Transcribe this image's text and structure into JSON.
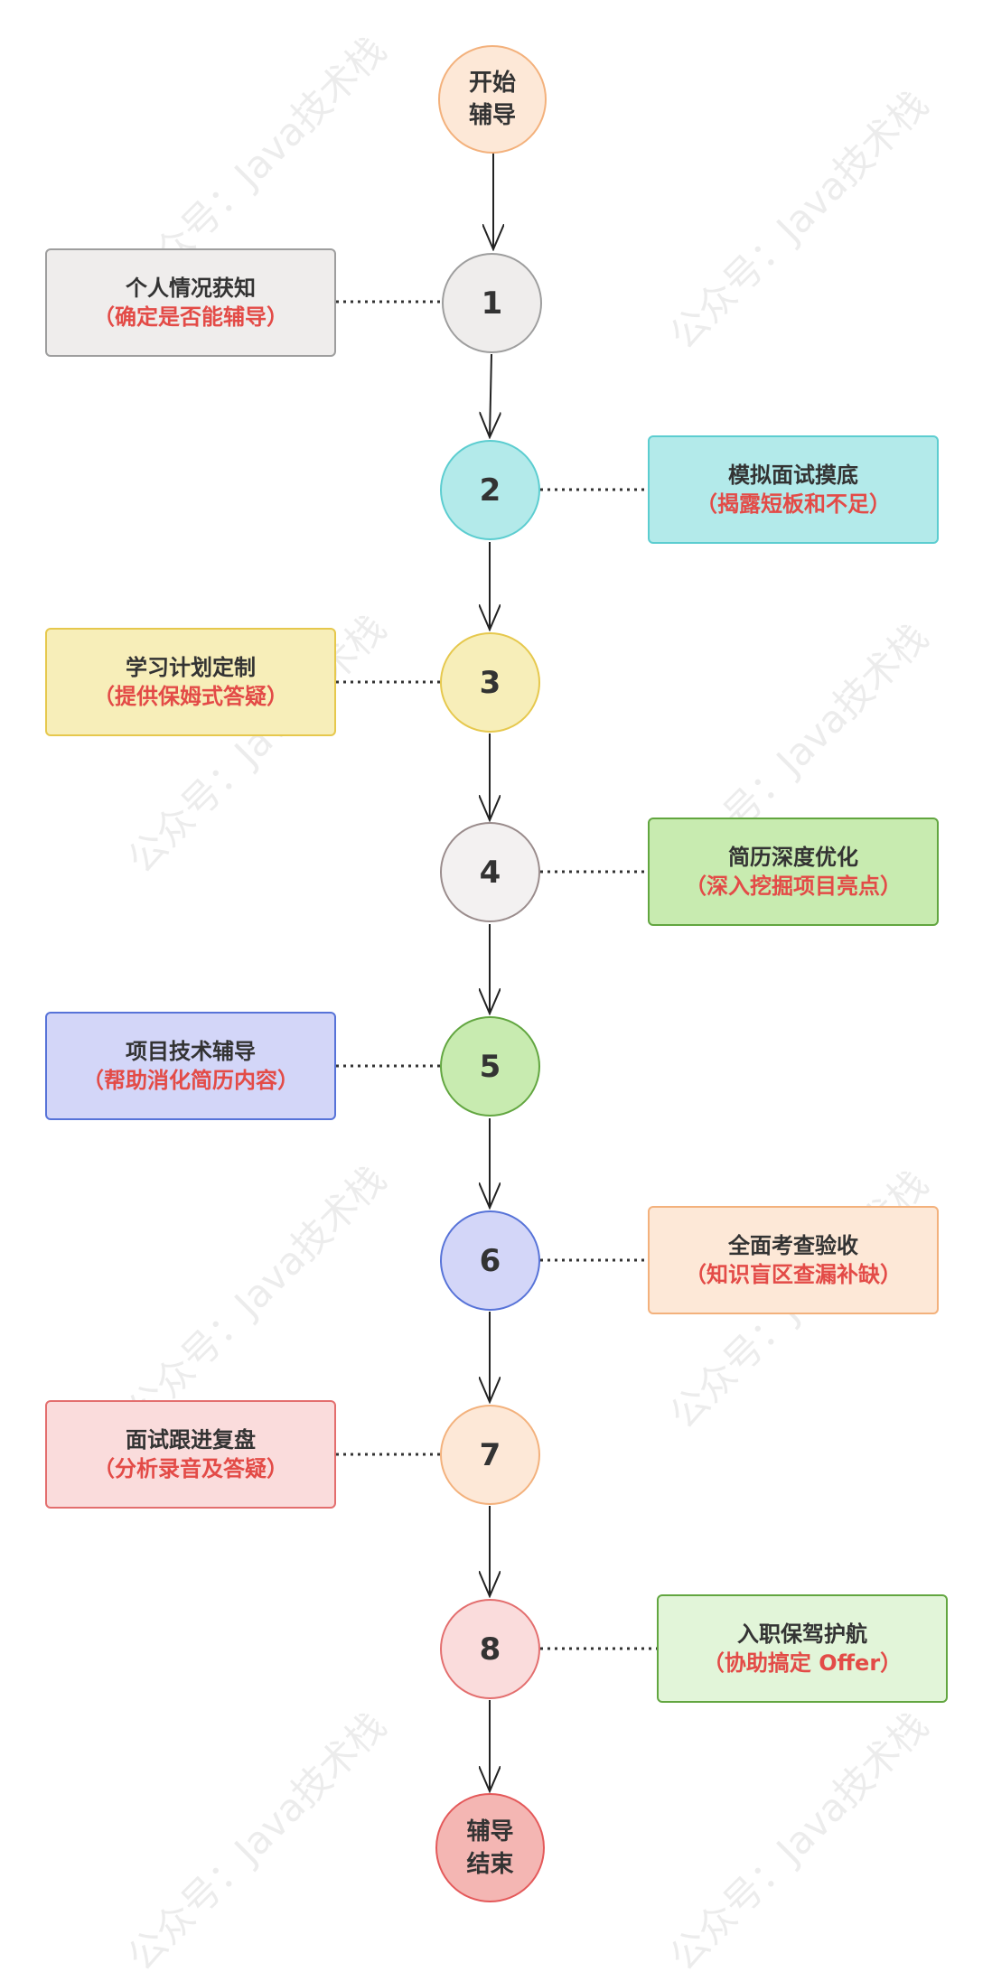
{
  "watermark": "公众号：Java技术栈",
  "start": {
    "label_line1": "开始",
    "label_line2": "辅导",
    "fill": "#fde8d7",
    "stroke": "#f3b17c"
  },
  "end": {
    "label_line1": "辅导",
    "label_line2": "结束",
    "fill": "#f4b6b3",
    "stroke": "#e4595a"
  },
  "steps": [
    {
      "number": "1",
      "title": "个人情况获知",
      "detail": "（确定是否能辅导）",
      "fill": "#efedec",
      "stroke": "#9e9e9e",
      "box_fill": "#efedec",
      "box_stroke": "#9e9e9e",
      "side": "left"
    },
    {
      "number": "2",
      "title": "模拟面试摸底",
      "detail": "（揭露短板和不足）",
      "fill": "#b3eaea",
      "stroke": "#5ccdd0",
      "box_fill": "#b3eaea",
      "box_stroke": "#5ccdd0",
      "side": "right"
    },
    {
      "number": "3",
      "title": "学习计划定制",
      "detail": "（提供保姆式答疑）",
      "fill": "#f7eeb9",
      "stroke": "#e6c84d",
      "box_fill": "#f7eeb9",
      "box_stroke": "#e6c84d",
      "side": "left"
    },
    {
      "number": "4",
      "title": "简历深度优化",
      "detail": "（深入挖掘项目亮点）",
      "fill": "#f3f1f1",
      "stroke": "#9a8c8c",
      "box_fill": "#c8ebb0",
      "box_stroke": "#62a640",
      "side": "right"
    },
    {
      "number": "5",
      "title": "项目技术辅导",
      "detail": "（帮助消化简历内容）",
      "fill": "#c8ebb0",
      "stroke": "#62a640",
      "box_fill": "#d3d6f8",
      "box_stroke": "#5773d8",
      "side": "left"
    },
    {
      "number": "6",
      "title": "全面考查验收",
      "detail": "（知识盲区查漏补缺）",
      "fill": "#d3d6f8",
      "stroke": "#5773d8",
      "box_fill": "#fde8d7",
      "box_stroke": "#f3b17c",
      "side": "right"
    },
    {
      "number": "7",
      "title": "面试跟进复盘",
      "detail": "（分析录音及答疑）",
      "fill": "#fde8d7",
      "stroke": "#f3b17c",
      "box_fill": "#fadcdc",
      "box_stroke": "#e36e6e",
      "side": "left"
    },
    {
      "number": "8",
      "title": "入职保驾护航",
      "detail": "（协助搞定 Offer）",
      "fill": "#fadcdc",
      "stroke": "#e36e6e",
      "box_fill": "#e2f5d9",
      "box_stroke": "#62a640",
      "side": "right"
    }
  ]
}
